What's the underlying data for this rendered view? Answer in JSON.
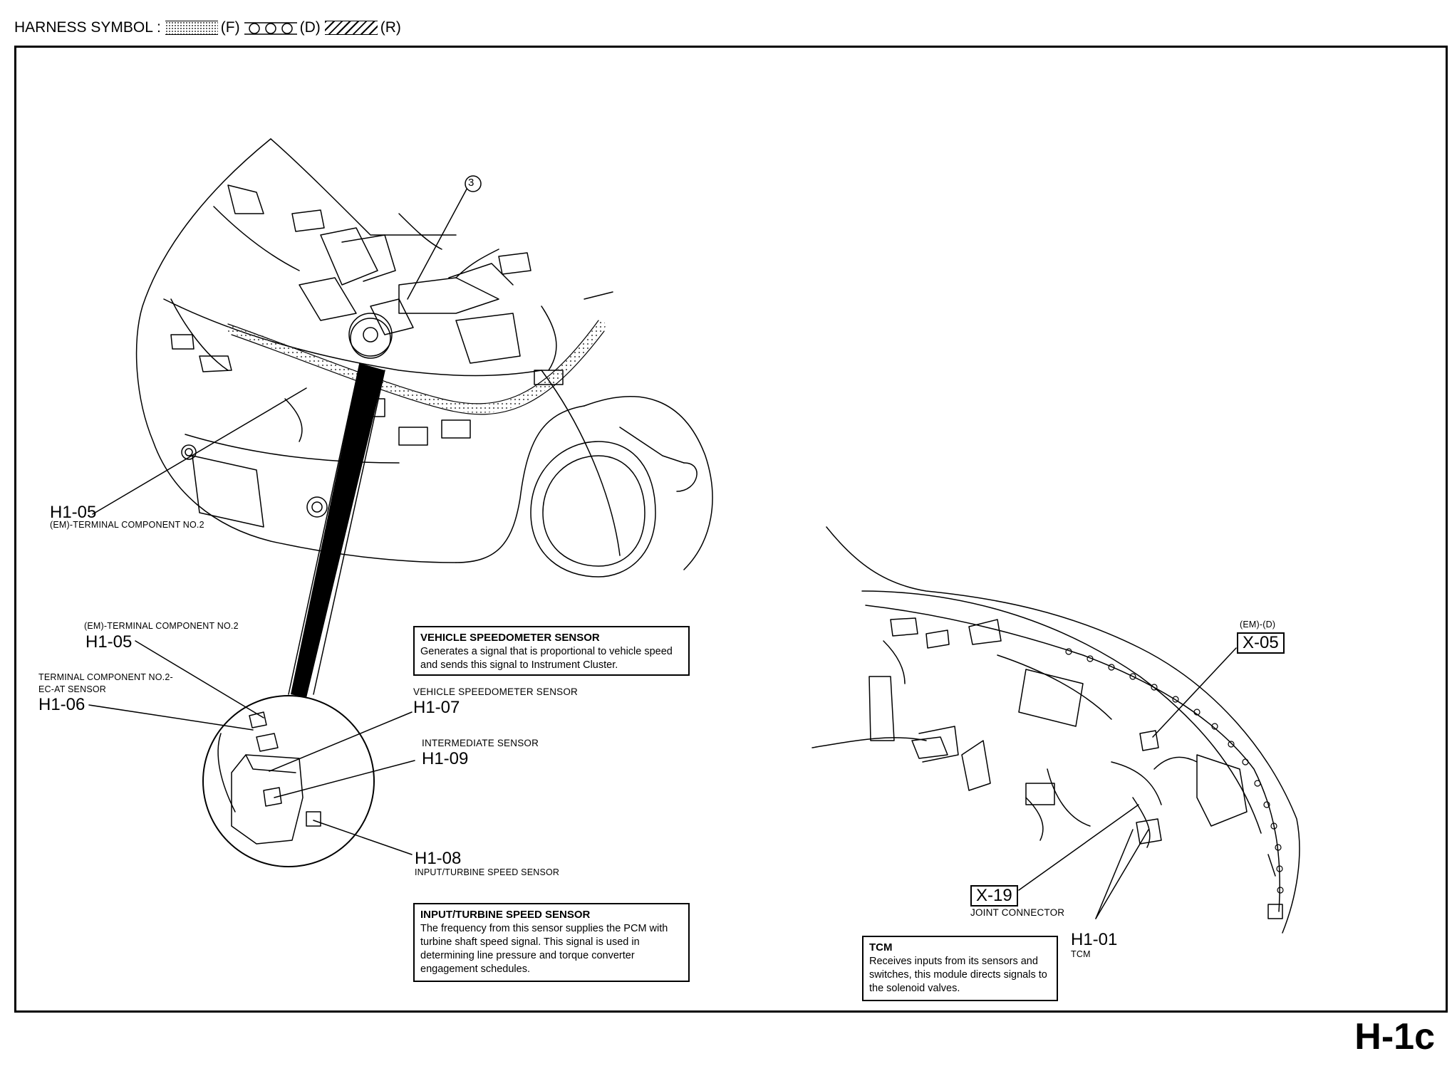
{
  "header": {
    "prefix": "HARNESS SYMBOL :",
    "legend": [
      {
        "style": "dotted",
        "code": "(F)"
      },
      {
        "style": "rings",
        "code": "(D)"
      },
      {
        "style": "hatched",
        "code": "(R)"
      }
    ]
  },
  "left_view": {
    "ref_marker": "3",
    "main_callout": {
      "code": "H1-05",
      "caption": "(EM)-TERMINAL COMPONENT NO.2"
    },
    "detail_callouts": [
      {
        "code": "H1-05",
        "caption": "(EM)-TERMINAL COMPONENT NO.2"
      },
      {
        "code": "H1-06",
        "caption_line1": "TERMINAL COMPONENT NO.2-",
        "caption_line2": "EC-AT SENSOR"
      },
      {
        "code": "H1-07",
        "caption": "VEHICLE SPEEDOMETER SENSOR"
      },
      {
        "code": "H1-09",
        "caption": "INTERMEDIATE SENSOR"
      },
      {
        "code": "H1-08",
        "caption": "INPUT/TURBINE SPEED SENSOR"
      }
    ],
    "info_boxes": [
      {
        "title": "VEHICLE SPEEDOMETER SENSOR",
        "body": "Generates a signal that is proportional to vehicle speed and sends this signal to Instrument Cluster."
      },
      {
        "title": "INPUT/TURBINE SPEED SENSOR",
        "body": "The frequency from this sensor supplies the PCM with turbine shaft speed signal. This signal is used in determining line pressure and torque converter engagement schedules."
      }
    ]
  },
  "right_view": {
    "x05": {
      "tag": "(EM)-(D)",
      "code": "X-05"
    },
    "x19": {
      "code": "X-19",
      "caption": "JOINT CONNECTOR"
    },
    "h101": {
      "code": "H1-01",
      "caption": "TCM"
    },
    "tcm_box": {
      "title": "TCM",
      "body": "Receives inputs from its sensors and switches, this module directs signals to the solenoid valves."
    }
  },
  "page_id": "H-1c",
  "colors": {
    "ink": "#000000",
    "paper": "#ffffff",
    "harness_dots": "#555555"
  }
}
